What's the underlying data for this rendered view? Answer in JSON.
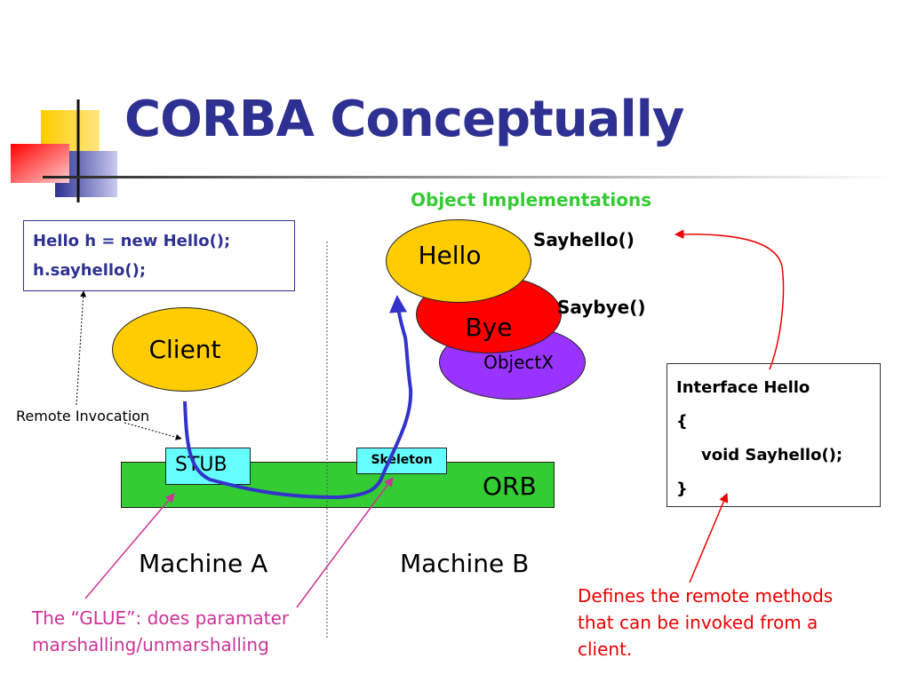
{
  "slide": {
    "title": "CORBA Conceptually"
  },
  "diagram": {
    "object_implementations_label": "Object Implementations",
    "client_code": {
      "line1": "Hello h = new Hello();",
      "line2": "h.sayhello();"
    },
    "objects": {
      "hello": "Hello",
      "bye": "Bye",
      "objectx": "ObjectX"
    },
    "methods": {
      "sayhello": "Sayhello()",
      "saybye": "Saybye()"
    },
    "client": "Client",
    "remote_invocation": "Remote Invocation",
    "stub": "STUB",
    "skeleton": "Skeleton",
    "orb": "ORB",
    "machine_a": "Machine A",
    "machine_b": "Machine B",
    "interface": {
      "line1": "Interface Hello",
      "line2": "{",
      "line3": "void Sayhello();",
      "line4": "}"
    },
    "glue_note": {
      "line1": "The “GLUE”: does paramater",
      "line2": "marshalling/unmarshalling"
    },
    "defines_note": {
      "line1": "Defines the remote methods",
      "line2": "that can be invoked from a",
      "line3": "client."
    }
  },
  "colors": {
    "title": "#2e3192",
    "green": "#33cc33",
    "yellow": "#ffcc00",
    "red": "#ff0000",
    "purple": "#9933ff",
    "cyan": "#66ffff",
    "magenta_note": "#cc3399",
    "red_note": "#ee0000",
    "flow_arrow": "#3333cc"
  }
}
